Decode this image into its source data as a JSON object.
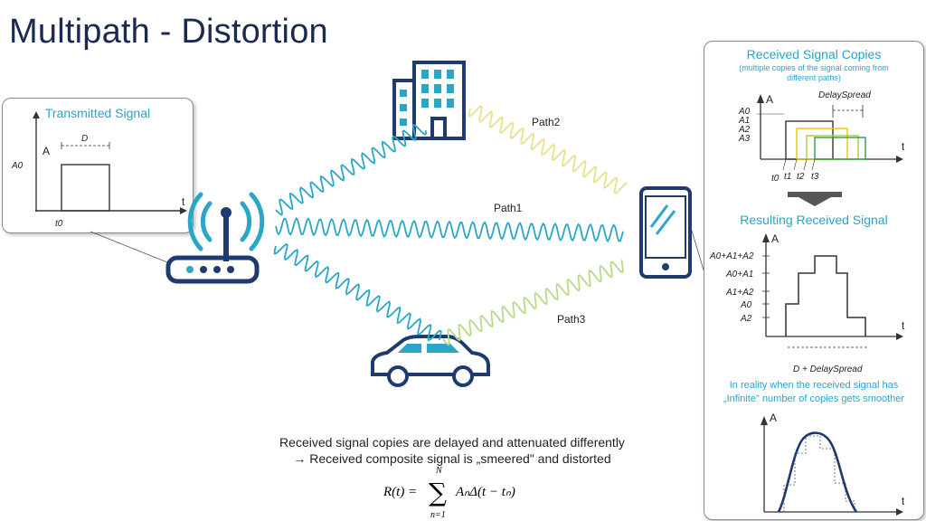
{
  "title": "Multipath - Distortion",
  "transmitted": {
    "title": "Transmitted Signal",
    "a_label": "A",
    "a0_label": "A0",
    "d_label": "D",
    "t0_label": "t0",
    "t_label": "t"
  },
  "paths": {
    "path1": "Path1",
    "path2": "Path2",
    "path3": "Path3"
  },
  "copies": {
    "title": "Received Signal Copies",
    "subtitle_line1": "(multiple copies of the signal coming from",
    "subtitle_line2": "different paths)",
    "delay_spread": "DelaySpread",
    "a_label": "A",
    "t_label": "t",
    "y_labels": [
      "A0",
      "A1",
      "A2",
      "A3"
    ],
    "x_labels": [
      "t0",
      "t1",
      "t2",
      "t3"
    ],
    "colors": [
      "#333333",
      "#f2c200",
      "#a9cf3b",
      "#2e9b4e"
    ]
  },
  "resulting": {
    "title": "Resulting Received Signal",
    "a_label": "A",
    "t_label": "t",
    "y_labels": [
      "A0+A1+A2",
      "A0+A1",
      "A1+A2",
      "A0",
      "A2"
    ],
    "x_label": "D + DelaySpread"
  },
  "reality": {
    "line1": "In reality when the received signal has",
    "line2": "„Infinite\" number of copies gets smoother",
    "a_label": "A",
    "t_label": "t"
  },
  "caption": {
    "line1": "Received signal copies are delayed and attenuated differently",
    "line2": "→  Received composite signal is „smeered\" and distorted"
  },
  "formula": {
    "lhs": "R(t) = ",
    "sum_top": "N",
    "sum_bottom": "n=1",
    "term": "AₙΔ(t − tₙ)"
  },
  "colors": {
    "title": "#1b2a4e",
    "accent": "#29a3c9",
    "icon": "#1f3a6e",
    "wave_blue": "#2aa6c8",
    "wave_yellow": "#e8e08a",
    "wave_green": "#b8d88a"
  }
}
